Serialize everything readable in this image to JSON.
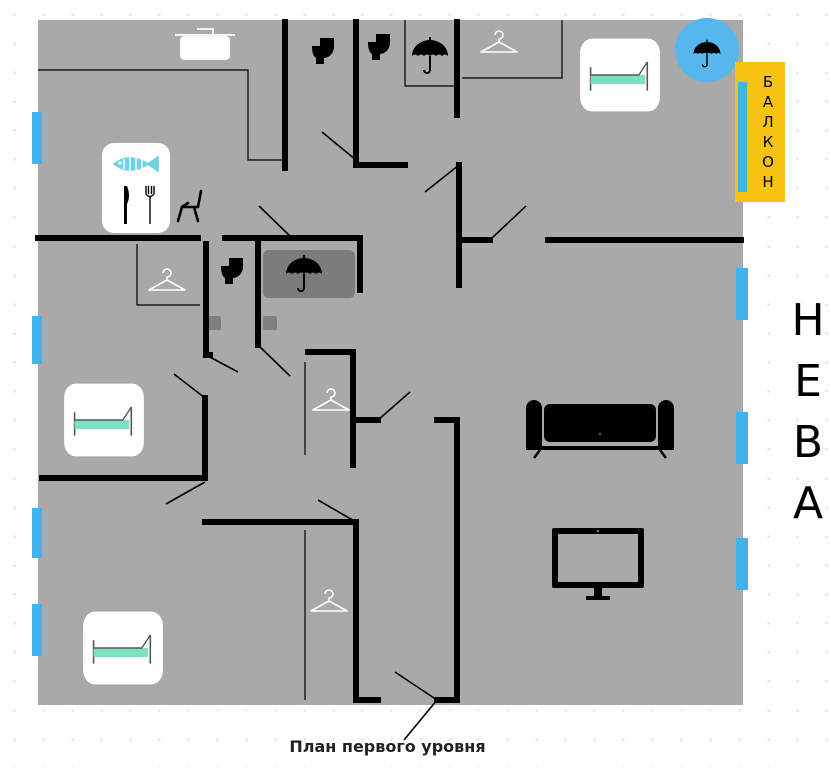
{
  "caption": "План первого уровня",
  "river_label": [
    "Н",
    "Е",
    "В",
    "А"
  ],
  "balcony_label": [
    "Б",
    "А",
    "Л",
    "К",
    "О",
    "Н"
  ],
  "colors": {
    "floor": "#a9a9a9",
    "wall": "#000000",
    "window": "#3fb3ea",
    "balcony": "#f6c410",
    "bed_accent": "#7ee0c3",
    "kitchen_accent": "#6fd3e3",
    "umbrella_circle": "#56b6ee",
    "wet_zone": "#7c7c7c"
  },
  "icons": [
    "pot-icon",
    "toilet-icon",
    "umbrella-icon",
    "hanger-icon",
    "bed-icon",
    "fish-icon",
    "knife-icon",
    "fork-icon",
    "chair-icon",
    "sofa-icon",
    "monitor-icon"
  ]
}
